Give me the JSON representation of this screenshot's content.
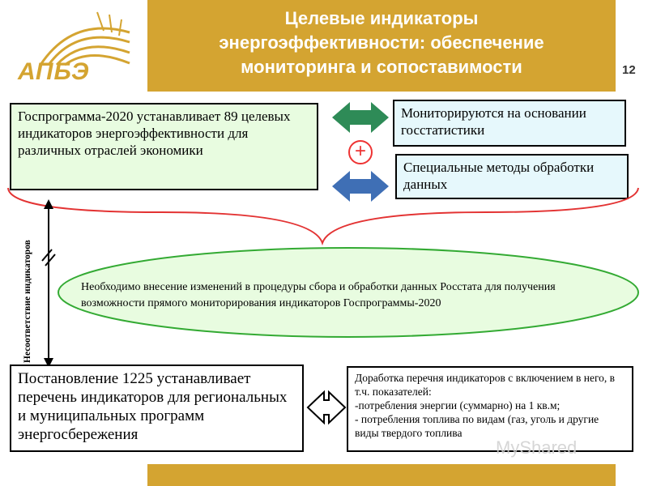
{
  "header": {
    "logo": "АПБЭ",
    "title_lines": [
      "Целевые индикаторы",
      "энергоэффективности: обеспечение",
      "мониторинга и сопоставимости"
    ],
    "page_number": "12"
  },
  "left_top_box": {
    "text": "Госпрограмма-2020 устанавливает 89 целевых индикаторов энергоэффективности  для различных  отраслей экономики"
  },
  "right_top_box": {
    "text": "Мониторируются на основании госстатистики"
  },
  "right_mid_box": {
    "text": "Специальные методы обработки данных"
  },
  "plus_symbol": "+",
  "ellipse": {
    "text": "Необходимо внесение изменений в процедуры сбора и обработки данных Росстата для получения возможности прямого мониторирования индикаторов Госпрограммы-2020"
  },
  "vertical_label": "Несоответствие индикаторов",
  "left_bottom_box": {
    "text": "Постановление 1225 устанавливает перечень индикаторов для региональных и муниципальных программ энергосбережения"
  },
  "right_bottom_box": {
    "lines": [
      "Доработка перечня индикаторов с включением в него, в т.ч. показателей:",
      "-потребления энергии (суммарно) на 1 кв.м;",
      "- потребления топлива по видам (газ, уголь и другие виды твердого топлива"
    ]
  },
  "watermark": "MyShared",
  "colors": {
    "gold": "#D4A431",
    "green_arrow": "#2E8B57",
    "blue_arrow": "#3F6FB5",
    "red": "#E33333",
    "ellipse_fill": "#E8FCE0",
    "ellipse_stroke": "#33AA33"
  }
}
